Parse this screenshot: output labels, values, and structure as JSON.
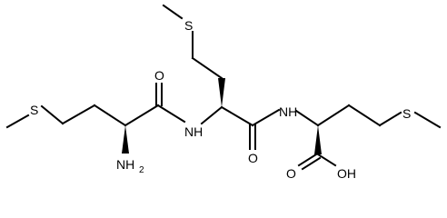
{
  "molecule": {
    "atoms": {
      "s_left": "S",
      "s_top": "S",
      "s_right": "S",
      "nh2": "NH",
      "nh2_sub": "2",
      "nh_amide1": "NH",
      "nh_amide2": "NH",
      "o_amide1": "O",
      "o_amide2": "O",
      "o_acid": "O",
      "oh_acid": "OH"
    }
  },
  "colors": {
    "bond": "#000000",
    "text": "#000000",
    "background": "#ffffff"
  }
}
